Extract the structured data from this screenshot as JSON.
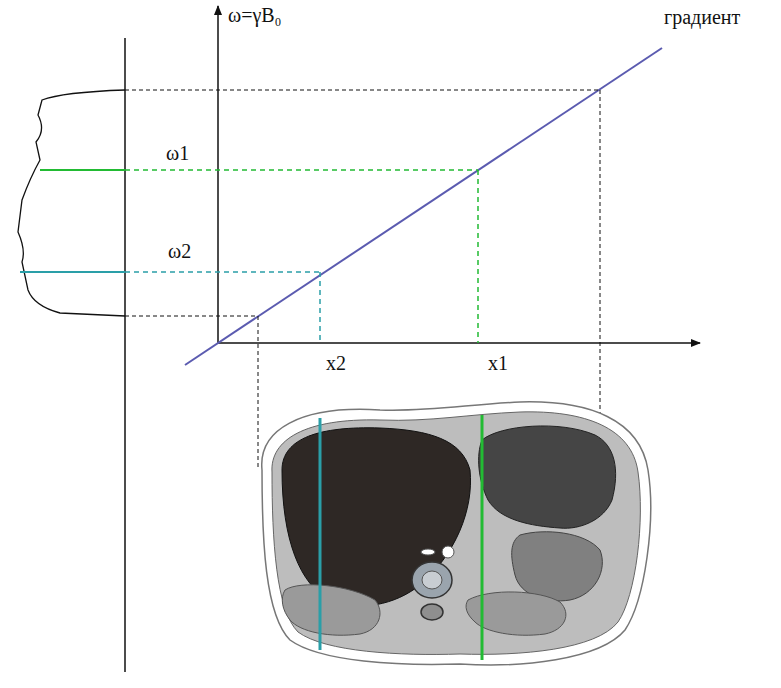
{
  "diagram": {
    "labels": [
      "ω=γB₀",
      "градиент",
      "ω1",
      "ω2",
      "x2",
      "x1"
    ]
  }
}
